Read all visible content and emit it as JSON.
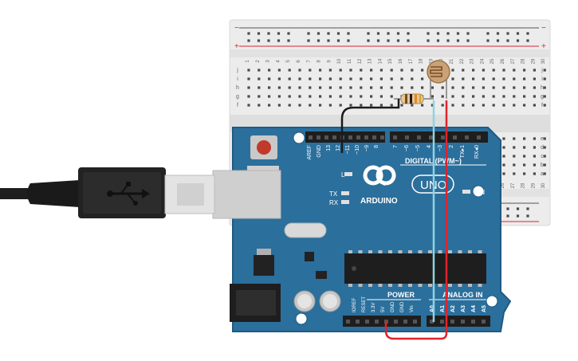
{
  "breadboard": {
    "rail_minus": "−",
    "rail_plus": "+",
    "columns": [
      "1",
      "2",
      "3",
      "4",
      "5",
      "6",
      "7",
      "8",
      "9",
      "10",
      "11",
      "12",
      "13",
      "14",
      "15",
      "16",
      "17",
      "18",
      "19",
      "20",
      "21",
      "22",
      "23",
      "24",
      "25",
      "26",
      "27",
      "28",
      "29",
      "30"
    ],
    "rows_top": [
      "j",
      "i",
      "h",
      "g",
      "f"
    ],
    "rows_bottom": [
      "e",
      "d",
      "c",
      "b",
      "a"
    ]
  },
  "arduino": {
    "logo_text": "ARDUINO",
    "model": "UNO",
    "digital_header_label": "DIGITAL (PWM~)",
    "digital_pins": [
      "AREF",
      "GND",
      "13",
      "12",
      "~11",
      "~10",
      "~9",
      "8",
      "7",
      "~6",
      "~5",
      "4",
      "~3",
      "2",
      "TX▸1",
      "RX◂0"
    ],
    "led_labels": [
      "L",
      "TX",
      "RX"
    ],
    "on_label": "ON",
    "power_label": "POWER",
    "power_pins": [
      "IOREF",
      "RESET",
      "3.3V",
      "5V",
      "GND",
      "GND",
      "Vin"
    ],
    "analog_label": "ANALOG IN",
    "analog_pins": [
      "A0",
      "A1",
      "A2",
      "A3",
      "A4",
      "A5"
    ]
  },
  "components": {
    "photoresistor": "photoresistor",
    "resistor": "resistor",
    "usb_cable": "usb-cable"
  },
  "colors": {
    "board": "#2b6f9c",
    "board_edge": "#1f5a82",
    "wire_red": "#e0242b",
    "wire_cyan": "#8fd3e0",
    "wire_black": "#1b1b1b",
    "breadboard": "#ececec"
  }
}
